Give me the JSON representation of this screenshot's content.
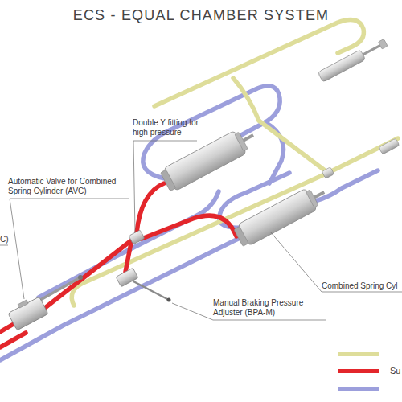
{
  "diagram": {
    "title": "ECS - EQUAL CHAMBER SYSTEM",
    "labels": [
      "Double Y fitting for high pressure",
      "Automatic Valve for Combined Spring Cylinder (AVC)",
      "C)",
      "Combined Spring Cyl",
      "Manual Braking Pressure Adjuster (BPA-M)"
    ],
    "legend": [
      {
        "text": "Su",
        "color": "#e3262b"
      }
    ]
  }
}
